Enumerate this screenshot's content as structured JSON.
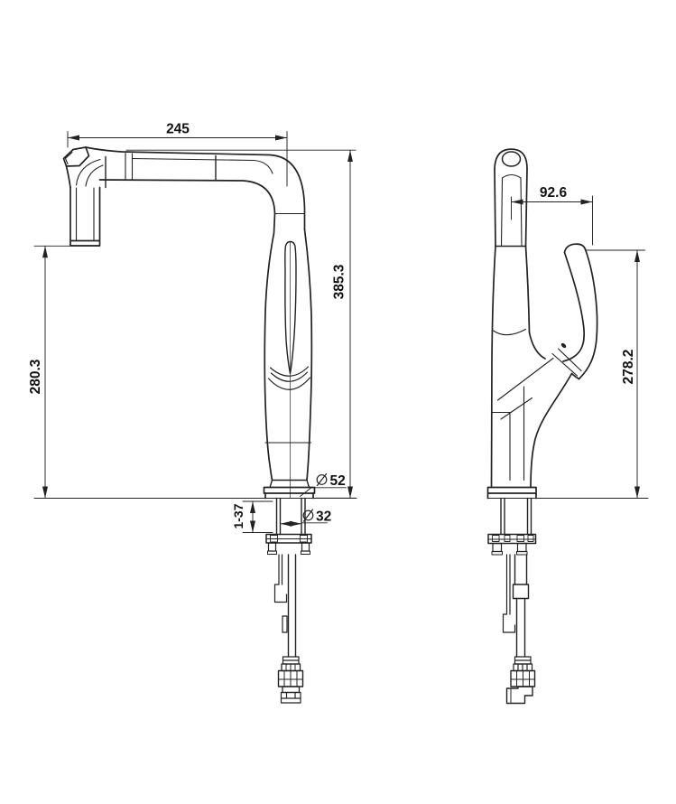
{
  "colors": {
    "background": "#ffffff",
    "line": "#222222",
    "text": "#111111"
  },
  "front_view": {
    "dimensions": {
      "spout_reach": "245",
      "overall_height": "385.3",
      "outlet_height": "280.3",
      "deck_thickness_range": "1-37",
      "flange_diameter": {
        "symbol": "diameter",
        "value": "52"
      },
      "shank_diameter": {
        "symbol": "diameter",
        "value": "32"
      }
    }
  },
  "side_view": {
    "dimensions": {
      "handle_offset": "92.6",
      "handle_height": "278.2"
    }
  }
}
